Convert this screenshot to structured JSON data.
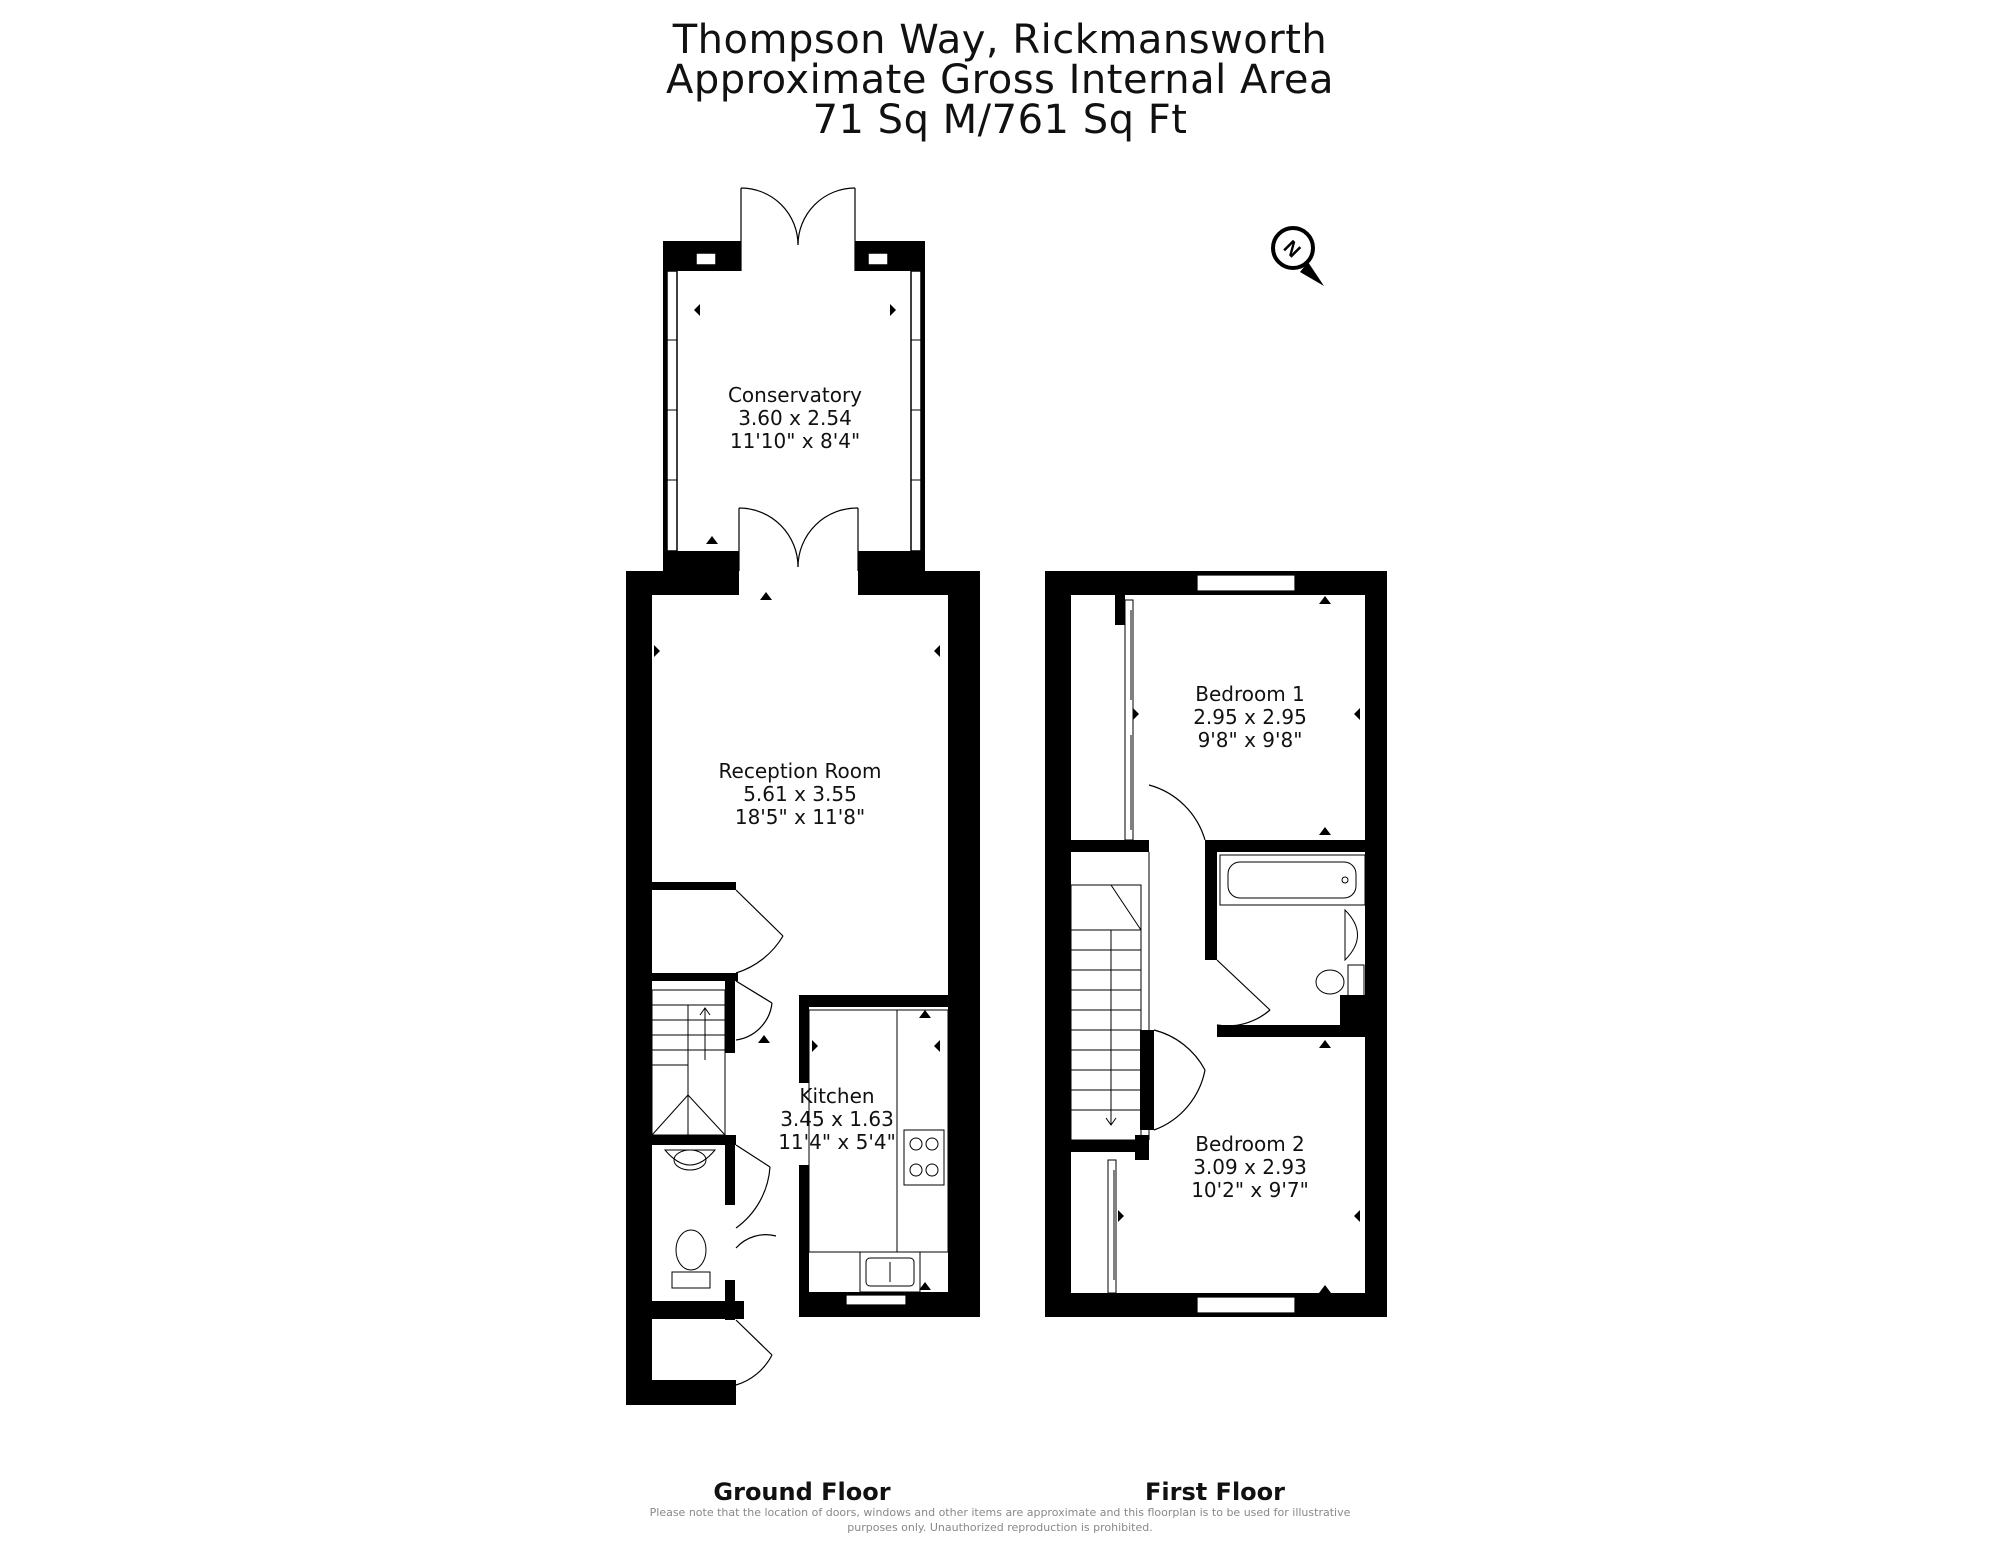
{
  "header": {
    "line1": "Thompson Way, Rickmansworth",
    "line2": "Approximate Gross Internal Area",
    "line3": "71 Sq M/761 Sq Ft"
  },
  "compass": {
    "letter": "N"
  },
  "rooms": {
    "conservatory": {
      "name": "Conservatory",
      "metric": "3.60 x 2.54",
      "imperial": "11'10\" x 8'4\""
    },
    "reception": {
      "name": "Reception Room",
      "metric": "5.61 x 3.55",
      "imperial": "18'5\" x 11'8\""
    },
    "kitchen": {
      "name": "Kitchen",
      "metric": "3.45 x 1.63",
      "imperial": "11'4\" x 5'4\""
    },
    "bedroom1": {
      "name": "Bedroom 1",
      "metric": "2.95 x 2.95",
      "imperial": "9'8\" x 9'8\""
    },
    "bedroom2": {
      "name": "Bedroom 2",
      "metric": "3.09 x 2.93",
      "imperial": "10'2\" x 9'7\""
    }
  },
  "floors": {
    "ground": "Ground Floor",
    "first": "First Floor"
  },
  "disclaimer": {
    "line1": "Please note that the location of doors, windows and other items are approximate and this floorplan is to be used for illustrative",
    "line2": "purposes only. Unauthorized reproduction is prohibited."
  }
}
